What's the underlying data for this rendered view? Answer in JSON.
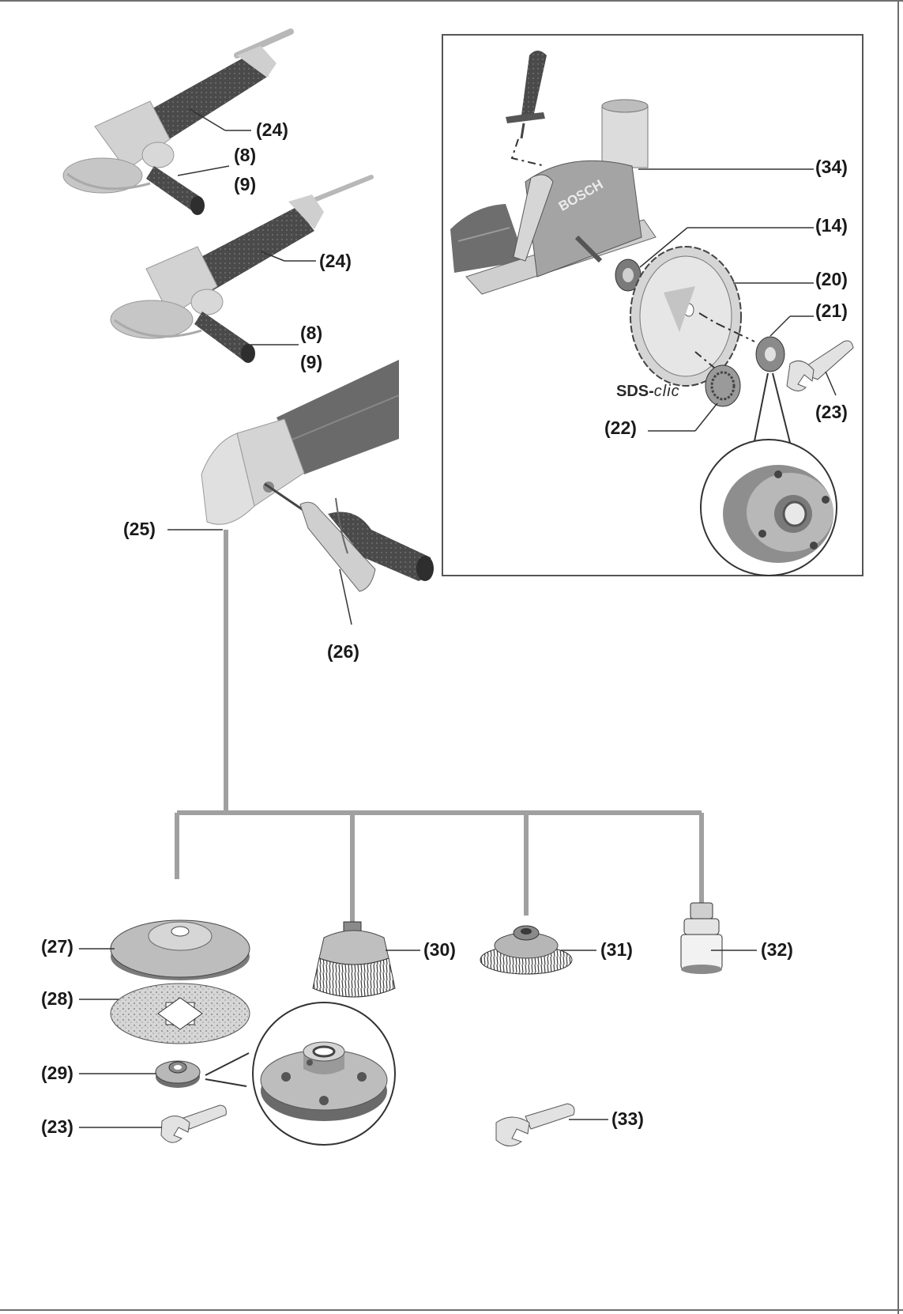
{
  "callouts": {
    "c24a": "(24)",
    "c8a": "(8)",
    "c9a": "(9)",
    "c24b": "(24)",
    "c8b": "(8)",
    "c9b": "(9)",
    "c25": "(25)",
    "c26": "(26)",
    "c34": "(34)",
    "c14": "(14)",
    "c20": "(20)",
    "c21": "(21)",
    "c22": "(22)",
    "c23a": "(23)",
    "c27": "(27)",
    "c28": "(28)",
    "c29": "(29)",
    "c23b": "(23)",
    "c30": "(30)",
    "c31": "(31)",
    "c32": "(32)",
    "c33": "(33)"
  },
  "guard_brand": "BOSCH",
  "sds_label_prefix": "SDS-",
  "sds_label_suffix": "clic",
  "colors": {
    "line": "#9a9a9a",
    "dark": "#3a3a3a",
    "body": "#5a5a5a",
    "light": "#c9c9c9",
    "accent": "#bdbdbd"
  }
}
